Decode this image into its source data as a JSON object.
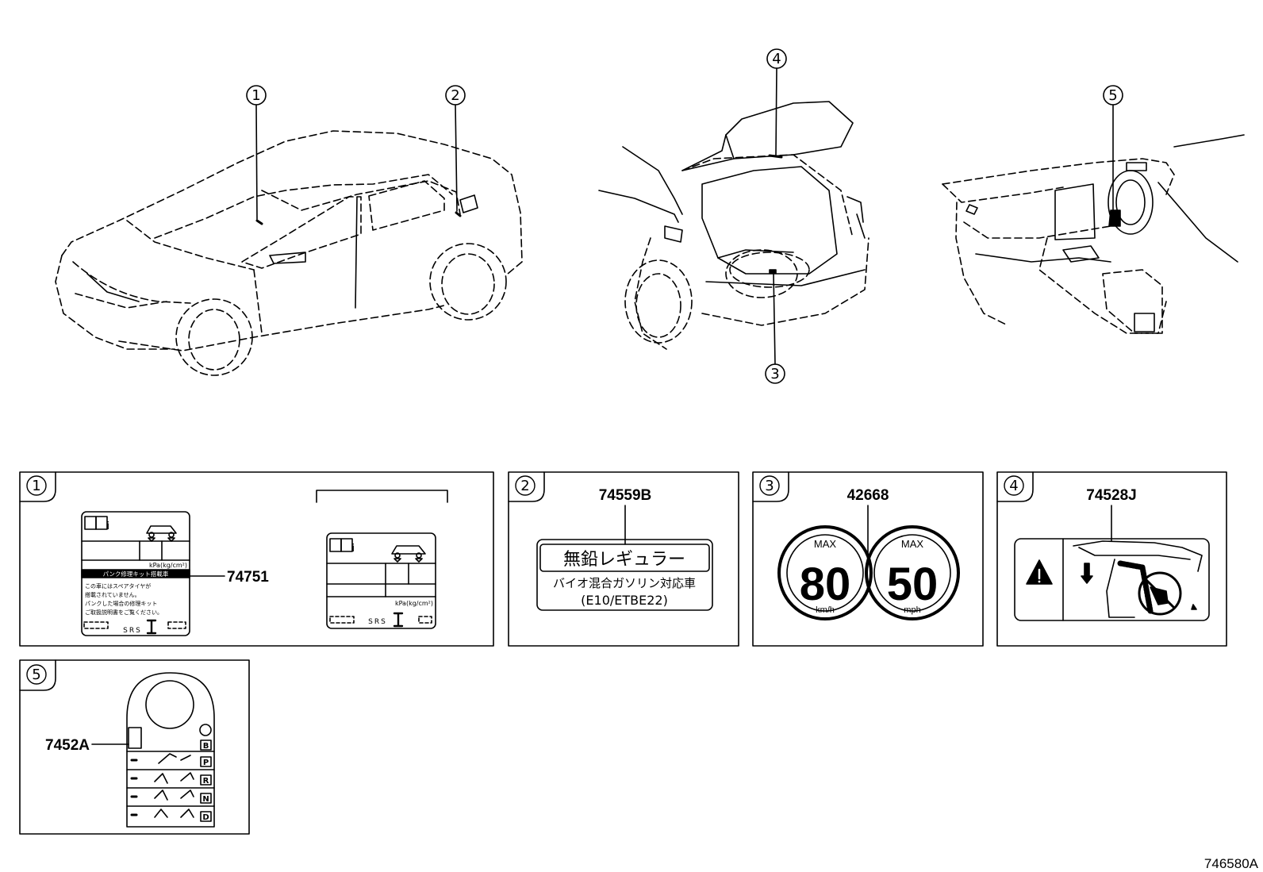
{
  "callouts": [
    "1",
    "2",
    "3",
    "4",
    "5"
  ],
  "panel1": {
    "badge": "1",
    "part_number": "74751",
    "label_a": {
      "unit": "kPa(kg/cm²)",
      "band": "パンク修理キット搭載車",
      "note_lines": [
        "この車にはスペアタイヤが",
        "搭載されていません。",
        "パンクした場合の修理キット",
        "ご取扱説明書をご覧ください。"
      ],
      "srs": "SRS"
    },
    "label_b": {
      "unit": "kPa(kg/cm²)",
      "srs": "SRS"
    }
  },
  "panel2": {
    "badge": "2",
    "part_number": "74559B",
    "line1": "無鉛レギュラー",
    "line2": "バイオ混合ガソリン対応車",
    "line3": "(E10/ETBE22)"
  },
  "panel3": {
    "badge": "3",
    "part_number": "42668",
    "left": {
      "max": "MAX",
      "value": "80",
      "unit": "km/h"
    },
    "right": {
      "max": "MAX",
      "value": "50",
      "unit": "mph"
    }
  },
  "panel4": {
    "badge": "4",
    "part_number": "74528J"
  },
  "panel5": {
    "badge": "5",
    "part_number": "7452A",
    "gears": [
      "B",
      "P",
      "R",
      "N",
      "D"
    ]
  },
  "figure_id": "746580A"
}
